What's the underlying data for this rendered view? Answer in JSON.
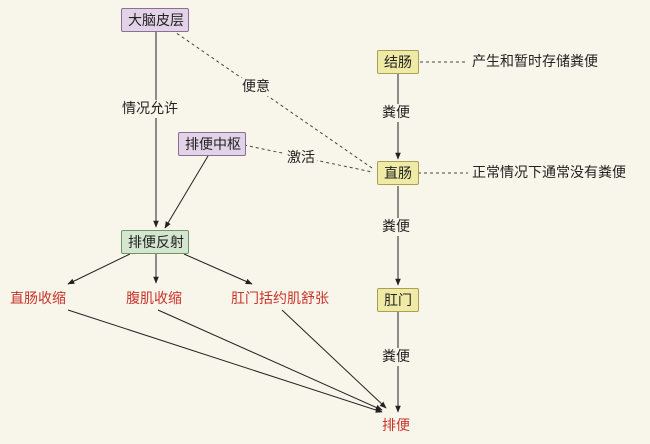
{
  "nodes": {
    "cortex": "大脑皮层",
    "center": "排便中枢",
    "reflex": "排便反射",
    "colon": "结肠",
    "rectum": "直肠",
    "anus": "肛门"
  },
  "effects": {
    "rectum_contract": "直肠收缩",
    "abdominal_contract": "腹肌收缩",
    "sphincter_relax": "肛门括约肌舒张",
    "defecation": "排便"
  },
  "edge_labels": {
    "permit": "情况允许",
    "urge": "便意",
    "activate": "激活",
    "feces_1": "粪便",
    "feces_2": "粪便",
    "feces_3": "粪便"
  },
  "notes": {
    "colon_note": "产生和暂时存储粪便",
    "rectum_note": "正常情况下通常没有粪便"
  },
  "colors": {
    "cortex_fill": "#e3d3e8",
    "reflex_fill": "#d4e6cf",
    "organ_fill": "#efeaa5",
    "effect_text": "#c8342b",
    "background": "#f8f6ea"
  }
}
